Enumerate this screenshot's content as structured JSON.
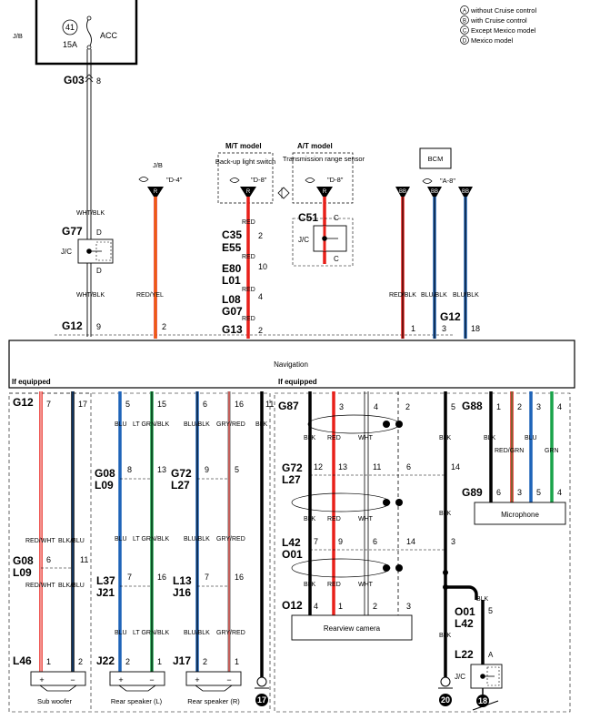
{
  "legend": {
    "a": {
      "mark": "A",
      "text": "without Cruise control"
    },
    "b": {
      "mark": "B",
      "text": "with Cruise control"
    },
    "c": {
      "mark": "C",
      "text": "Except Mexico model"
    },
    "d": {
      "mark": "D",
      "text": "Mexico model"
    }
  },
  "top": {
    "jb": "J/B",
    "fuse_no": "41",
    "fuse_amp": "15A",
    "acc": "ACC",
    "g03": "G03",
    "g03_pin": "8",
    "jb2": "J/B",
    "ref_d4": "\"D-4\"",
    "mt_model": "M/T model",
    "at_model": "A/T model",
    "backup_switch": "Back-up light switch",
    "ref_d8a": "\"D-8\"",
    "trans_sensor": "Transmission range sensor",
    "ref_d8b": "\"D-8\"",
    "bcm": "BCM",
    "ref_a8": "\"A-8\"",
    "cap_r1": "R",
    "cap_r2": "R",
    "cap_r3": "R",
    "cap_bb1": "BB",
    "cap_bb2": "BB",
    "cap_bb3": "BB"
  },
  "left": {
    "wht_blk_1": "WHT/BLK",
    "g77": "G77",
    "d_top": "D",
    "jc": "J/C",
    "d_bot": "D",
    "wht_blk_2": "WHT/BLK",
    "g12": "G12",
    "g12_pin": "9",
    "red_yel": "RED/YEL",
    "pin2": "2"
  },
  "mid": {
    "red1": "RED",
    "c35": "C35",
    "e55": "E55",
    "pin_2": "2",
    "red2": "RED",
    "e80": "E80",
    "l01": "L01",
    "pin_10": "10",
    "red3": "RED",
    "l08": "L08",
    "g07": "G07",
    "pin_4": "4",
    "red4": "RED",
    "g13": "G13",
    "g13_pin": "2",
    "c51": "C51",
    "c_top": "C",
    "jc": "J/C",
    "c_bot": "C"
  },
  "right": {
    "red_blk": "RED/BLK",
    "blu_blk": "BLU/BLK",
    "blu_blk2": "BLU/BLK",
    "g12": "G12",
    "pin_1": "1",
    "pin_3": "3",
    "pin_18": "18"
  },
  "navigation": "Navigation",
  "if_equipped_left": "If equipped",
  "if_equipped_right": "If equipped",
  "bottom_left": {
    "g12": "G12",
    "p7": "7",
    "p17": "17",
    "p5": "5",
    "p15": "15",
    "p6": "6",
    "p16": "16",
    "p11": "11",
    "blu": "BLU",
    "ltgrnblk": "LT GRN/BLK",
    "blublk": "BLU/BLK",
    "gryred": "GRY/RED",
    "blk": "BLK",
    "g08a": "G08",
    "l09a": "L09",
    "p8": "8",
    "p13": "13",
    "g72": "G72",
    "l27": "L27",
    "p9": "9",
    "p5b": "5",
    "blu2": "BLU",
    "ltgrnblk2": "LT GRN/BLK",
    "blublk2": "BLU/BLK",
    "gryred2": "GRY/RED",
    "redwht": "RED/WHT",
    "blkblu": "BLK/BLU",
    "g08b": "G08",
    "l09b": "L09",
    "p6b": "6",
    "p11b": "11",
    "redwht2": "RED/WHT",
    "blkblu2": "BLK/BLU",
    "l37": "L37",
    "j21": "J21",
    "p7b": "7",
    "p16b": "16",
    "l13": "L13",
    "j16": "J16",
    "p7c": "7",
    "p16c": "16",
    "blu3": "BLU",
    "ltgrnblk3": "LT GRN/BLK",
    "blublk3": "BLU/BLK",
    "gryred3": "GRY/RED",
    "l46": "L46",
    "p1a": "1",
    "p2a": "2",
    "j22": "J22",
    "p2b": "2",
    "p1b": "1",
    "j17": "J17",
    "p2c": "2",
    "p1c": "1",
    "plus": "+",
    "minus": "−",
    "sub_woofer": "Sub woofer",
    "rear_l": "Rear speaker (L)",
    "rear_r": "Rear speaker (R)",
    "g17": "17"
  },
  "bottom_right": {
    "g87": "G87",
    "p3": "3",
    "p4": "4",
    "p2": "2",
    "p5": "5",
    "blk": "BLK",
    "red": "RED",
    "wht": "WHT",
    "blk5": "BLK",
    "g72": "G72",
    "l27": "L27",
    "p12": "12",
    "p13": "13",
    "p11": "11",
    "p6": "6",
    "p14": "14",
    "blk2": "BLK",
    "red2": "RED",
    "wht2": "WHT",
    "blk6": "BLK",
    "l42": "L42",
    "o01": "O01",
    "p7": "7",
    "p9": "9",
    "p6b": "6",
    "p14b": "14",
    "p3b": "3",
    "blk3": "BLK",
    "red3": "RED",
    "wht3": "WHT",
    "o12": "O12",
    "p4b": "4",
    "p1": "1",
    "p2b": "2",
    "p3c": "3",
    "rearview_camera": "Rearview camera",
    "o01b": "O01",
    "l42b": "L42",
    "p5b": "5",
    "blk7": "BLK",
    "blk8": "BLK",
    "l22": "L22",
    "a": "A",
    "jc": "J/C",
    "g20": "20",
    "g18": "18",
    "g88": "G88",
    "m1": "1",
    "m2": "2",
    "m3": "3",
    "m4": "4",
    "mblk": "BLK",
    "redgrn": "RED/GRN",
    "mblu": "BLU",
    "grn": "GRN",
    "g89": "G89",
    "m6": "6",
    "m3b": "3",
    "m5": "5",
    "m4b": "4",
    "microphone": "Microphone"
  }
}
